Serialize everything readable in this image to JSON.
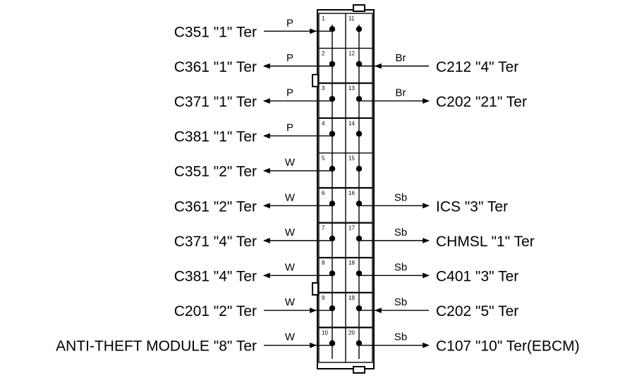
{
  "connector": {
    "pins_left": [
      "1",
      "2",
      "3",
      "4",
      "5",
      "6",
      "7",
      "8",
      "9",
      "10"
    ],
    "pins_right": [
      "11",
      "12",
      "13",
      "14",
      "15",
      "16",
      "17",
      "18",
      "19",
      "20"
    ]
  },
  "left": [
    {
      "pin": "1",
      "label": "C351 \"1\" Ter",
      "wire": "P",
      "dir": "in"
    },
    {
      "pin": "2",
      "label": "C361 \"1\" Ter",
      "wire": "P",
      "dir": "out"
    },
    {
      "pin": "3",
      "label": "C371 \"1\" Ter",
      "wire": "P",
      "dir": "out"
    },
    {
      "pin": "4",
      "label": "C381 \"1\" Ter",
      "wire": "P",
      "dir": "out"
    },
    {
      "pin": "5",
      "label": "C351 \"2\" Ter",
      "wire": "W",
      "dir": "out"
    },
    {
      "pin": "6",
      "label": "C361 \"2\" Ter",
      "wire": "W",
      "dir": "out"
    },
    {
      "pin": "7",
      "label": "C371 \"4\" Ter",
      "wire": "W",
      "dir": "out"
    },
    {
      "pin": "8",
      "label": "C381 \"4\" Ter",
      "wire": "W",
      "dir": "out"
    },
    {
      "pin": "9",
      "label": "C201 \"2\" Ter",
      "wire": "W",
      "dir": "in"
    },
    {
      "pin": "10",
      "label": "ANTI-THEFT MODULE \"8\" Ter",
      "wire": "W",
      "dir": "in"
    }
  ],
  "right": [
    {
      "pin": "12",
      "label": "C212 \"4\" Ter",
      "wire": "Br",
      "dir": "in"
    },
    {
      "pin": "13",
      "label": "C202 \"21\" Ter",
      "wire": "Br",
      "dir": "out"
    },
    {
      "pin": "16",
      "label": "ICS \"3\" Ter",
      "wire": "Sb",
      "dir": "out"
    },
    {
      "pin": "17",
      "label": "CHMSL \"1\" Ter",
      "wire": "Sb",
      "dir": "out"
    },
    {
      "pin": "18",
      "label": "C401 \"3\" Ter",
      "wire": "Sb",
      "dir": "out"
    },
    {
      "pin": "19",
      "label": "C202 \"5\" Ter",
      "wire": "Sb",
      "dir": "in"
    },
    {
      "pin": "20",
      "label": "C107 \"10\" Ter(EBCM)",
      "wire": "Sb",
      "dir": "out"
    }
  ]
}
